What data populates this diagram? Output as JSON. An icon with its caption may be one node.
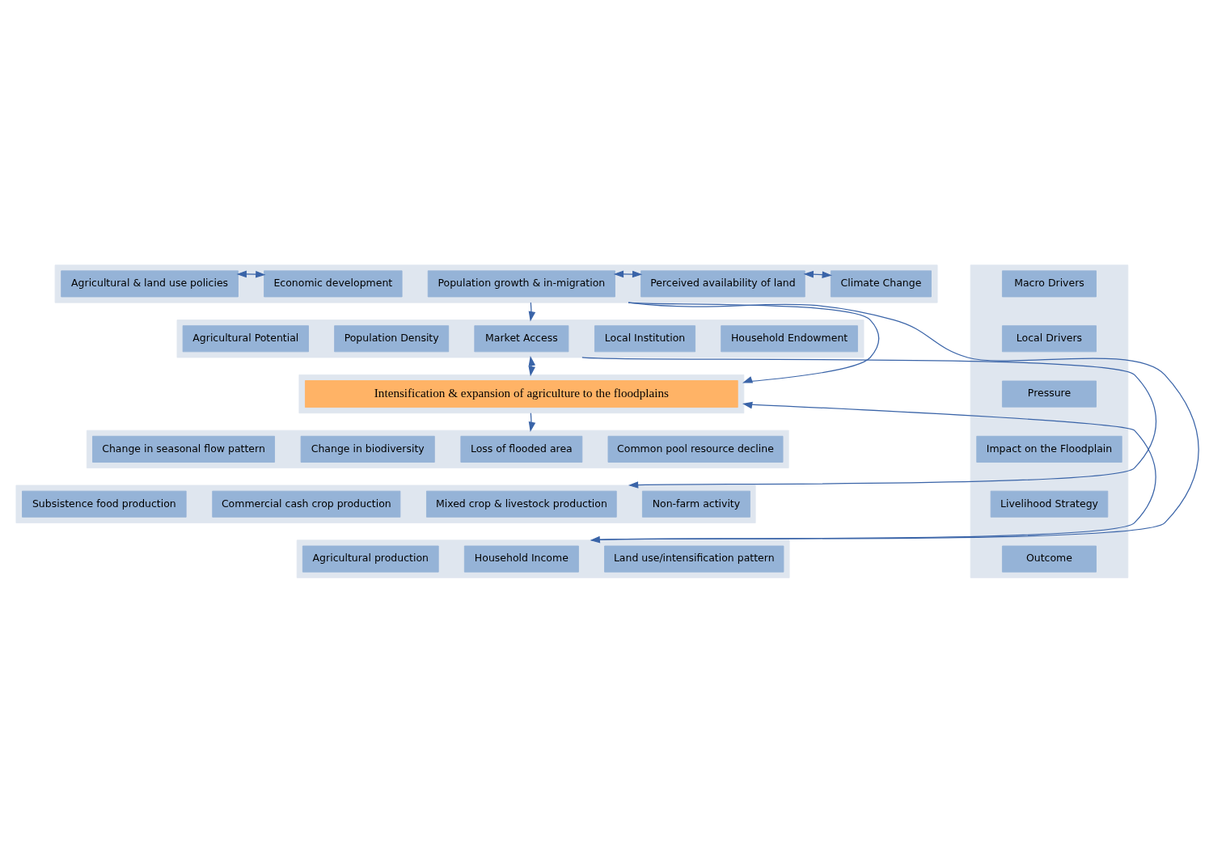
{
  "diagram": {
    "nodes": [
      {
        "text": [],
        "shape": "box"
      },
      {
        "text": [
          "Agricultural & land use policies"
        ],
        "in": 0
      },
      {
        "text": [
          "Economic development"
        ],
        "in": 0
      },
      {
        "text": [
          "Population growth & in-migration"
        ],
        "in": 0
      },
      {
        "text": [
          "Perceived availability of land"
        ],
        "in": 0
      },
      {
        "text": [
          "Climate Change"
        ],
        "in": 0
      },
      {
        "text": [],
        "shape": "box"
      },
      {
        "text": [
          "Agricultural Potential"
        ],
        "in": 6
      },
      {
        "text": [
          "Population Density"
        ],
        "in": 6
      },
      {
        "text": [
          "Market Access"
        ],
        "in": 6
      },
      {
        "text": [
          "Local Institution"
        ],
        "in": 6
      },
      {
        "text": [
          "Household Endowment"
        ],
        "in": 6
      },
      {
        "text": [],
        "shape": "box"
      },
      {
        "text": [
          "Intensification & expansion of agriculture to the floodplains"
        ],
        "in": 12
      },
      {
        "text": [],
        "shape": "box"
      },
      {
        "text": [
          "Change in seasonal flow pattern"
        ],
        "in": 14
      },
      {
        "text": [
          "Change in biodiversity"
        ],
        "in": 14
      },
      {
        "text": [
          "Loss of flooded area"
        ],
        "in": 14
      },
      {
        "text": [
          "Common pool resource decline"
        ],
        "in": 14
      },
      {
        "text": [],
        "shape": "box"
      },
      {
        "text": [
          "Subsistence food production"
        ],
        "in": 19
      },
      {
        "text": [
          "Commercial cash crop production"
        ],
        "in": 19
      },
      {
        "text": [
          "Mixed crop & livestock production"
        ],
        "in": 19
      },
      {
        "text": [
          "Non-farm activity"
        ],
        "in": 19
      },
      {
        "text": [],
        "shape": "box"
      },
      {
        "text": [
          "Agricultural production"
        ],
        "in": 24
      },
      {
        "text": [
          "Household Income"
        ],
        "in": 24
      },
      {
        "text": [
          "Land use/intensification pattern"
        ],
        "in": 24
      },
      {
        "text": [],
        "shape": "box"
      },
      {
        "text": [
          "Macro Drivers"
        ],
        "in": 28
      },
      {
        "text": [
          "Local Drivers"
        ],
        "in": 28
      },
      {
        "text": [
          "Pressure"
        ],
        "in": 28
      },
      {
        "text": [
          "Impact on the Floodplain"
        ],
        "in": 28
      },
      {
        "text": [
          "Livelihood Strategy"
        ],
        "in": 28
      },
      {
        "text": [
          "Outcome"
        ],
        "in": 28
      }
    ],
    "edges": [
      {
        "from": 1,
        "to": 2,
        "arrow": "both"
      },
      {
        "from": 3,
        "to": 4,
        "arrow": "both"
      },
      {
        "from": 5,
        "to": 4,
        "arrow": "both"
      },
      {
        "from": 0,
        "to": 6,
        "arrow": "to"
      },
      {
        "from": 6,
        "to": 12,
        "arrow": "both"
      },
      {
        "from": 12,
        "to": 14,
        "arrow": "to"
      },
      {
        "from": 0,
        "to": 12,
        "arrow": "to"
      },
      {
        "from": 24,
        "to": 12,
        "arrow": "to"
      },
      {
        "from": 0,
        "to": 24,
        "arrow": "to"
      },
      {
        "from": 6,
        "to": 19,
        "arrow": "to"
      }
    ]
  }
}
